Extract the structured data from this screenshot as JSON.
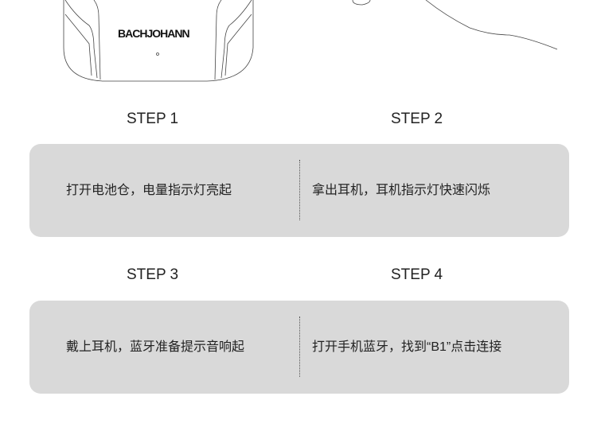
{
  "brand_logo": "BACHJOHANN",
  "steps": [
    {
      "label": "STEP 1",
      "text": "打开电池仓，电量指示灯亮起"
    },
    {
      "label": "STEP 2",
      "text": "拿出耳机，耳机指示灯快速闪烁"
    },
    {
      "label": "STEP 3",
      "text": "戴上耳机，蓝牙准备提示音响起"
    },
    {
      "label": "STEP 4",
      "text": "打开手机蓝牙，找到“B1”点击连接"
    }
  ],
  "colors": {
    "panel": "#d9d9d9",
    "text": "#222222"
  }
}
